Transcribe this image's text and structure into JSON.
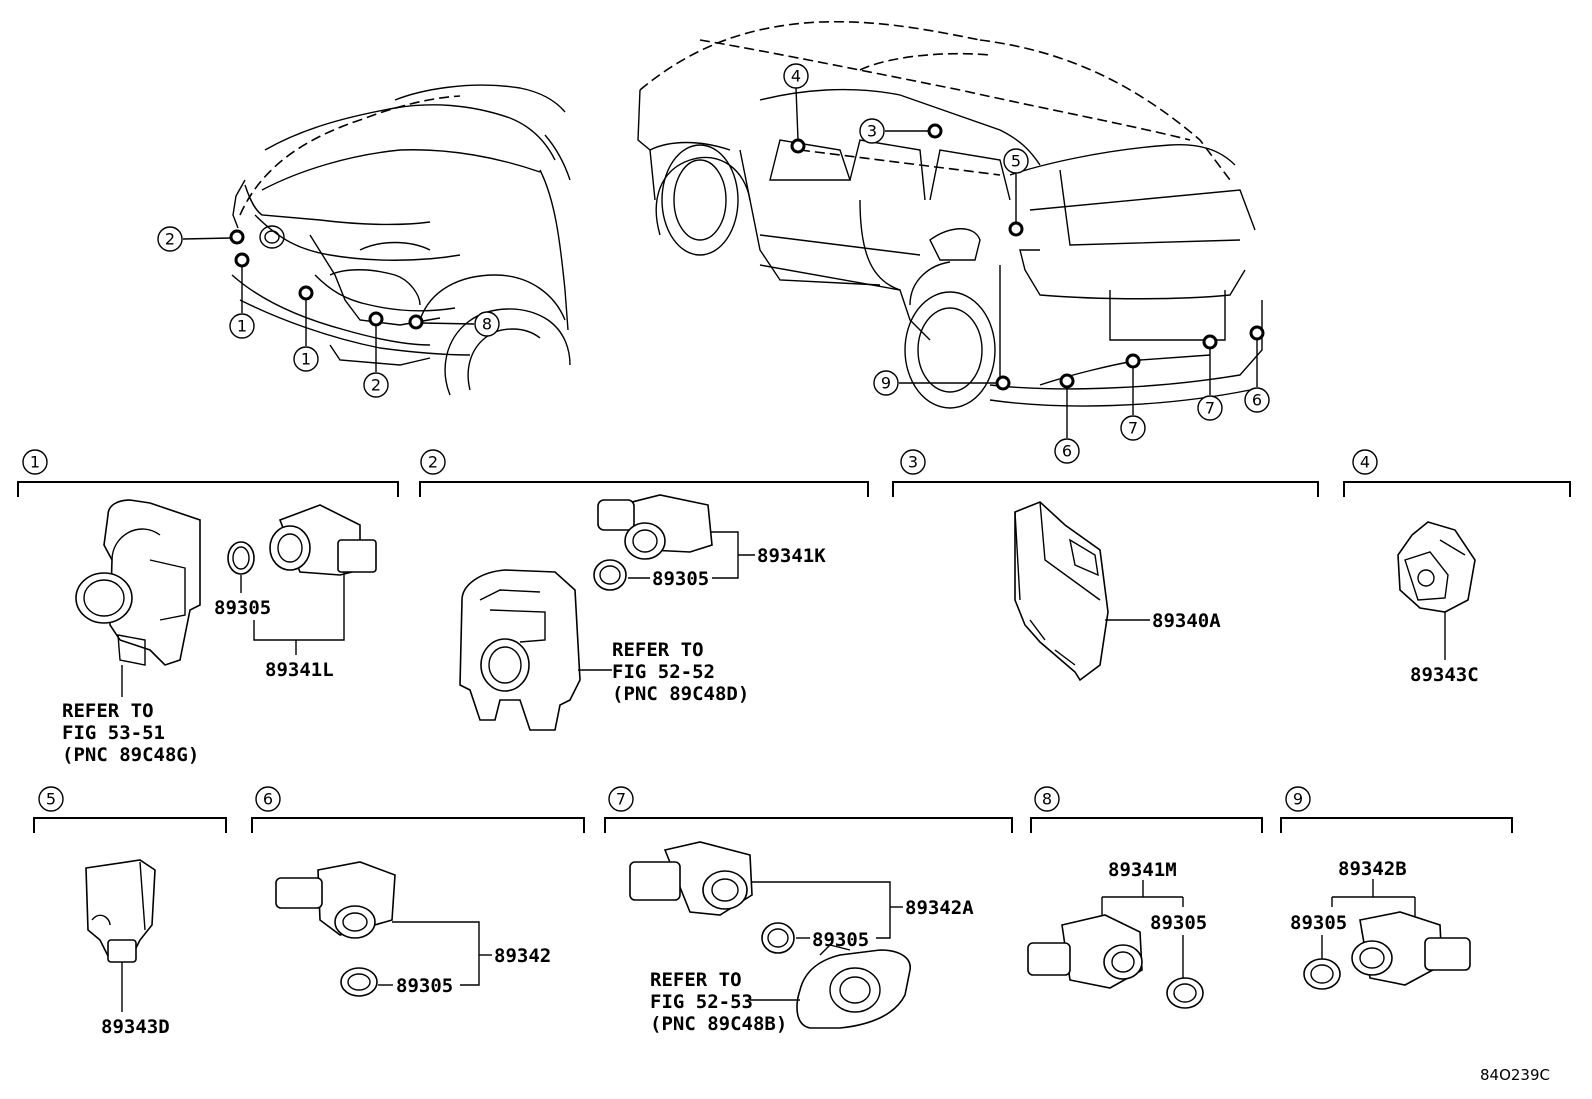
{
  "callouts": [
    "1",
    "2",
    "3",
    "4",
    "5",
    "6",
    "7",
    "8",
    "9"
  ],
  "parts": {
    "p89305": "89305",
    "p89341L": "89341L",
    "p89341K": "89341K",
    "p89340A": "89340A",
    "p89343C": "89343C",
    "p89343D": "89343D",
    "p89342": "89342",
    "p89342A": "89342A",
    "p89341M": "89341M",
    "p89342B": "89342B"
  },
  "refer1": [
    "REFER TO",
    "FIG 53-51",
    "(PNC 89C48G)"
  ],
  "refer2": [
    "REFER TO",
    "FIG 52-52",
    "(PNC 89C48D)"
  ],
  "refer7": [
    "REFER TO",
    "FIG 52-53",
    "(PNC 89C48B)"
  ],
  "figure_code": "84O239C"
}
